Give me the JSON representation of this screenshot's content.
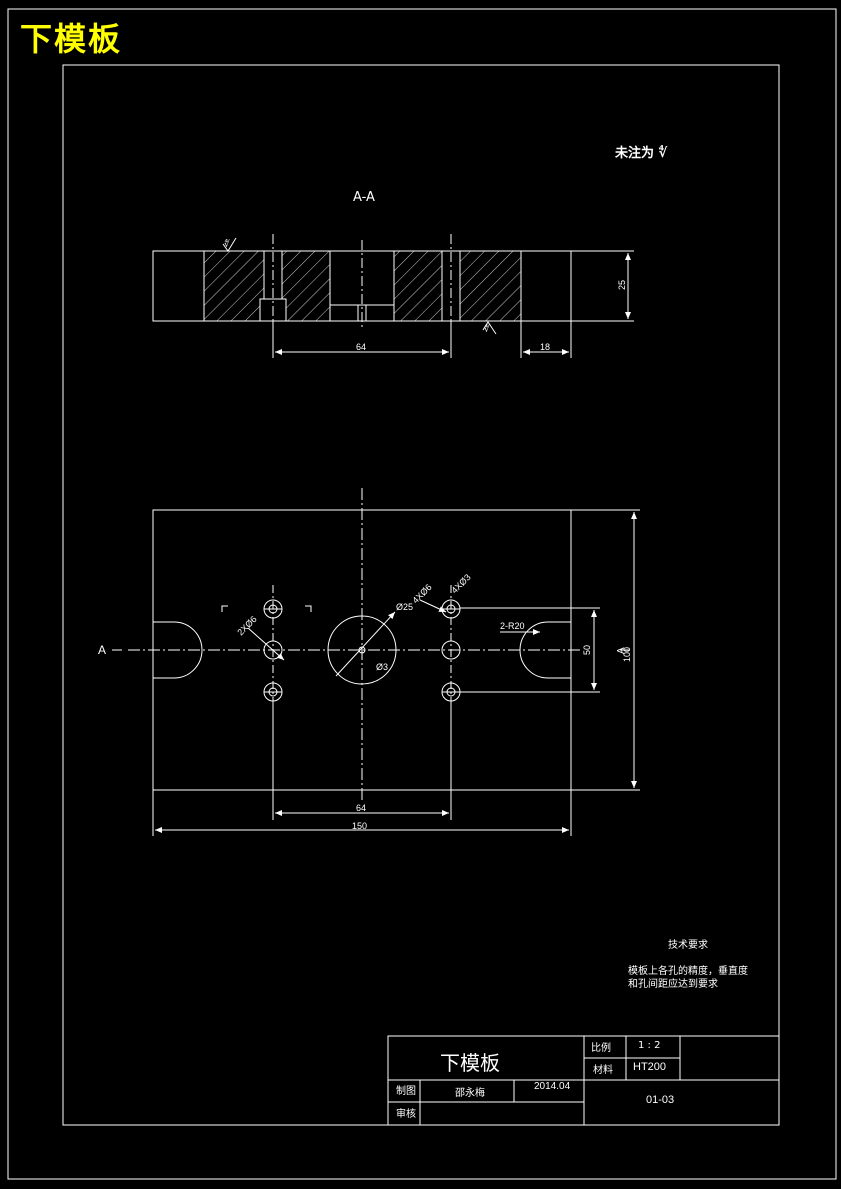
{
  "page_title": "下模板",
  "note": "未注为 ∜",
  "section_label": "A-A",
  "dimensions": {
    "top_64": "64",
    "top_18": "18",
    "top_25": "25",
    "plan_64": "64",
    "plan_150": "150",
    "plan_50": "50",
    "plan_100": "100",
    "dia_25": "Ø25",
    "dia_3": "Ø3",
    "r20": "2-R20",
    "holes_2x6": "2XØ6",
    "holes_4x6": "4XØ6",
    "holes_4x3": "4XØ3"
  },
  "section_markers": {
    "left": "A",
    "right": "A"
  },
  "roughness_marks": {
    "top_left": "∜",
    "bottom_right": "∜"
  },
  "technical_requirements": {
    "title": "技术要求",
    "line1": "模板上各孔的精度，垂直度",
    "line2": "和孔间距应达到要求"
  },
  "title_block": {
    "name": "下模板",
    "scale_label": "比例",
    "scale_value": "1 : 2",
    "material_label": "材料",
    "material_value": "HT200",
    "drawn_label": "制图",
    "drawn_name": "邵永梅",
    "date": "2014.04",
    "check_label": "审核",
    "drawing_no": "01-03"
  },
  "colors": {
    "background": "#000000",
    "lines": "#ffffff",
    "title": "#ffff00"
  }
}
